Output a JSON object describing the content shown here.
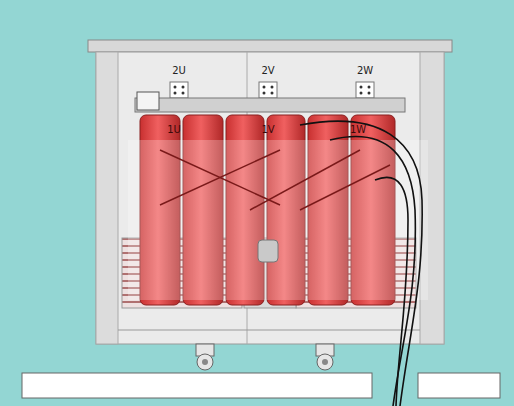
{
  "diagram": {
    "labels": [
      "2U",
      "2V",
      "2W",
      "1U",
      "1V",
      "1W"
    ]
  }
}
